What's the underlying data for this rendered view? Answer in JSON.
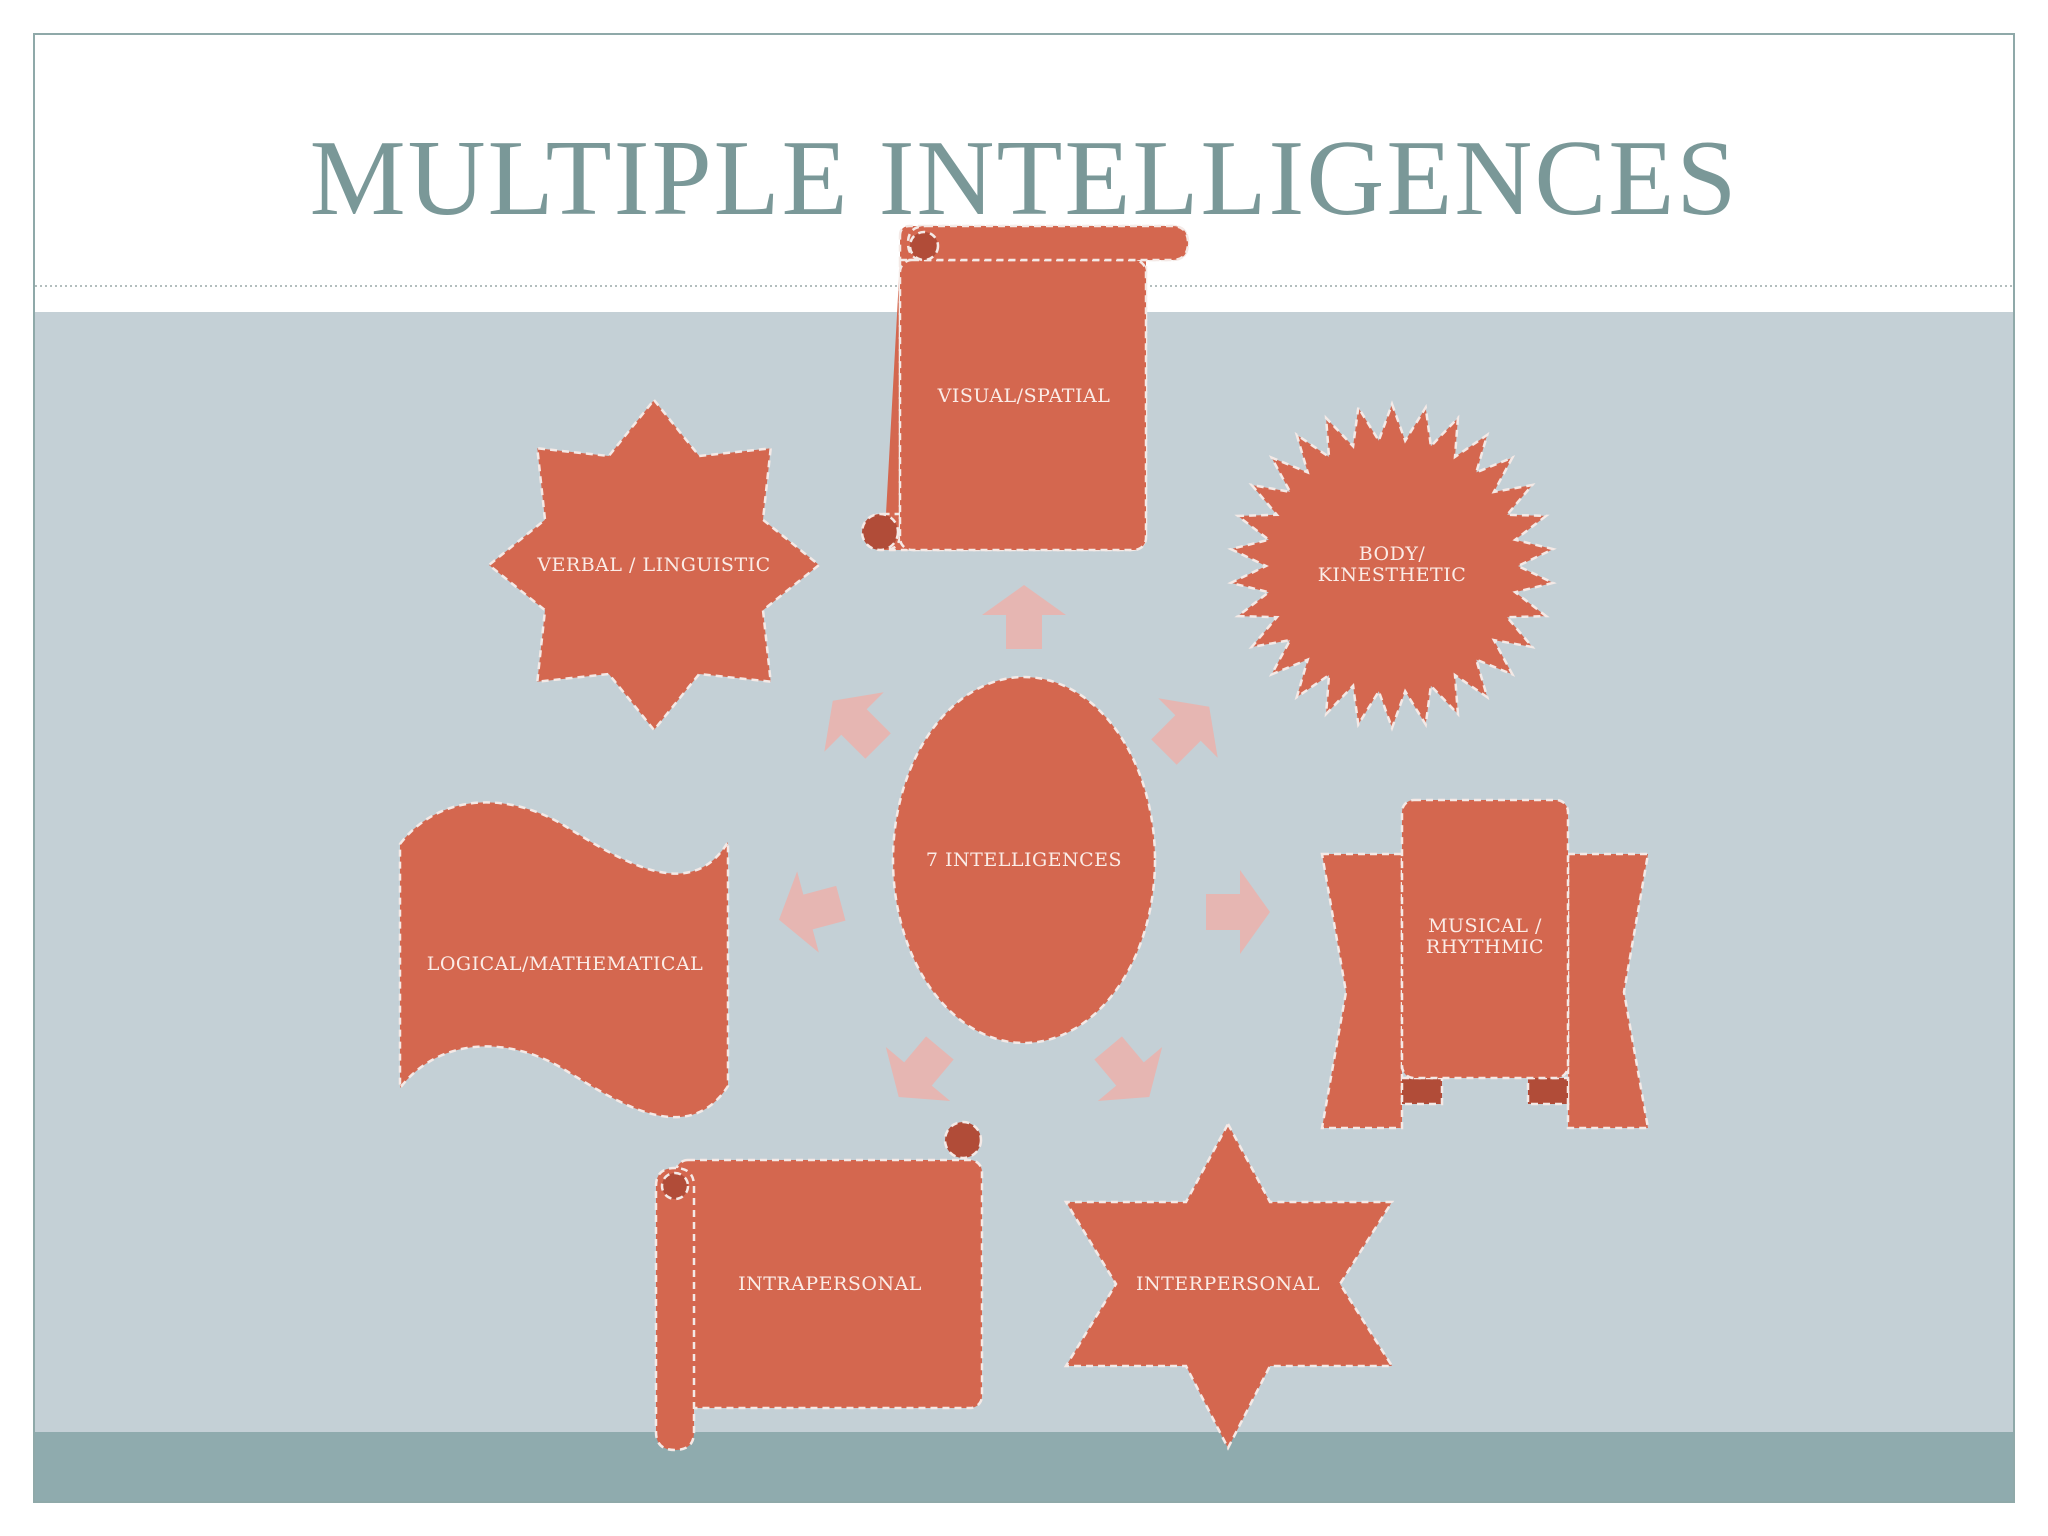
{
  "slide": {
    "title": "MULTIPLE INTELLIGENCES",
    "colors": {
      "background_band": "#c4d0d6",
      "footer_band": "#8fabae",
      "shape_fill": "#d4674f",
      "arrow_fill": "#e6b6b2",
      "title_color": "#7a9898"
    }
  },
  "diagram": {
    "center": "7 INTELLIGENCES",
    "nodes": [
      {
        "id": "visual",
        "lines": [
          "VISUAL/SPATIAL"
        ],
        "shape": "vertical-scroll"
      },
      {
        "id": "verbal",
        "lines": [
          "VERBAL / LINGUISTIC"
        ],
        "shape": "eight-point-star"
      },
      {
        "id": "body",
        "lines": [
          "BODY/",
          "KINESTHETIC"
        ],
        "shape": "starburst"
      },
      {
        "id": "logical",
        "lines": [
          "LOGICAL/MATHEMATICAL"
        ],
        "shape": "wave"
      },
      {
        "id": "musical",
        "lines": [
          "MUSICAL /",
          "RHYTHMIC"
        ],
        "shape": "ribbon"
      },
      {
        "id": "intrapersonal",
        "lines": [
          "INTRAPERSONAL"
        ],
        "shape": "horizontal-scroll"
      },
      {
        "id": "interpersonal",
        "lines": [
          "INTERPERSONAL"
        ],
        "shape": "six-point-star"
      }
    ]
  }
}
